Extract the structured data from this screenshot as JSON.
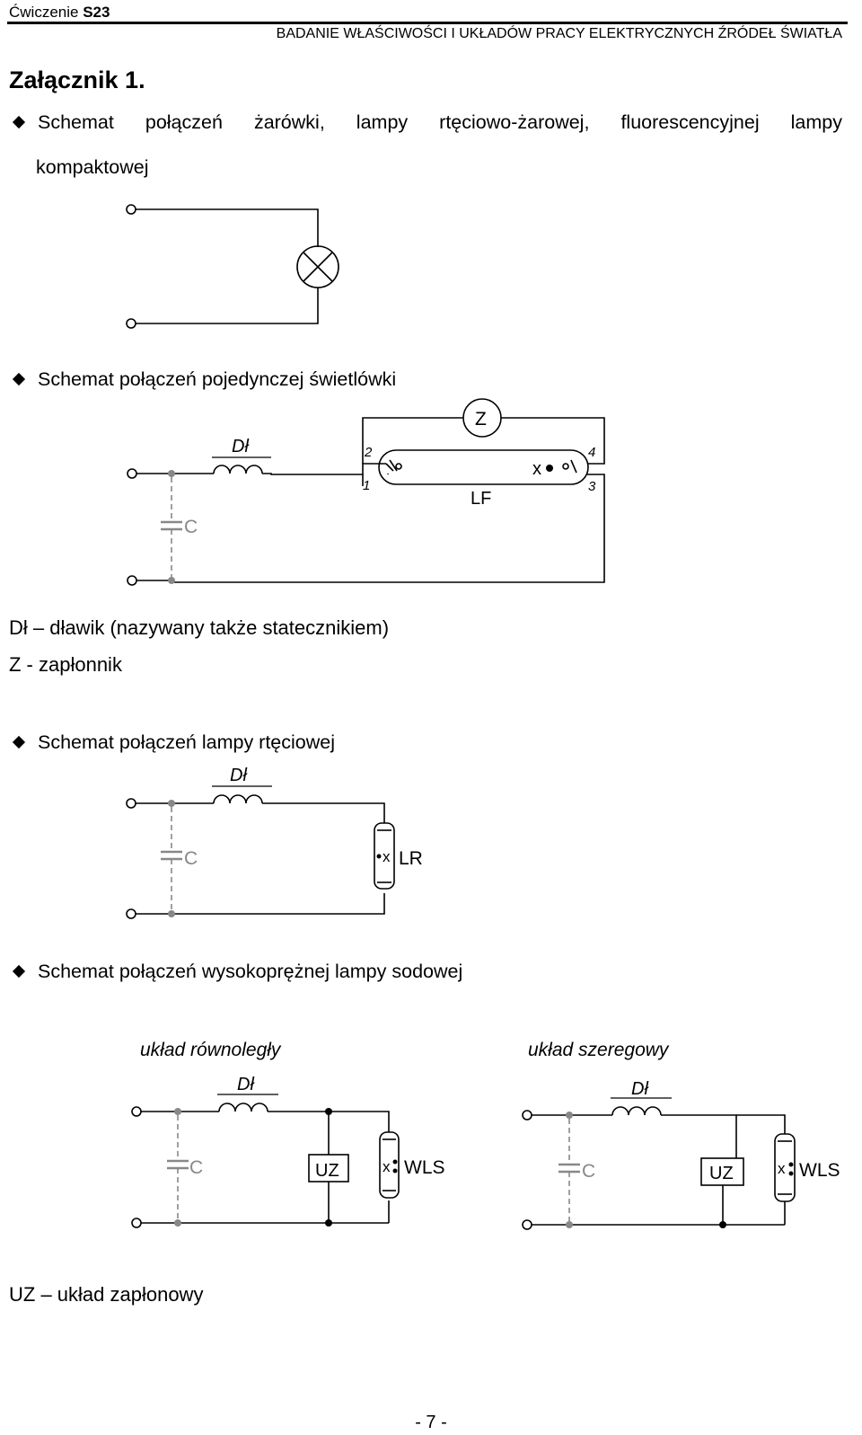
{
  "header": {
    "exercise_prefix": "Ćwiczenie ",
    "exercise_code": "S23",
    "title": "BADANIE WŁAŚCIWOŚCI I UKŁADÓW PRACY ELEKTRYCZNYCH ŹRÓDEŁ ŚWIATŁA"
  },
  "annex_title": "Załącznik 1.",
  "sections": {
    "s1_words": [
      "Schemat",
      "połączeń",
      "żarówki,",
      "lampy",
      "rtęciowo-żarowej,",
      "fluorescencyjnej",
      "lampy"
    ],
    "s1_line2": "kompaktowej",
    "s2": "Schemat połączeń pojedynczej świetlówki",
    "s3": "Schemat połączeń lampy rtęciowej",
    "s4": "Schemat połączeń wysokoprężnej lampy sodowej"
  },
  "labels": {
    "choke": "Dł",
    "capacitor": "C",
    "starter": "Z",
    "fluorescent": "LF",
    "mercury": "LR",
    "sodium": "WLS",
    "ignition": "UZ",
    "x": "x",
    "pin1": "1",
    "pin2": "2",
    "pin3": "3",
    "pin4": "4",
    "parallel": "układ równoległy",
    "series": "układ szeregowy"
  },
  "legend": {
    "choke_desc": "Dł – dławik (nazywany także statecznikiem)",
    "starter_desc": "Z - zapłonnik",
    "uz_desc": "UZ – układ zapłonowy"
  },
  "page_number": "- 7 -"
}
